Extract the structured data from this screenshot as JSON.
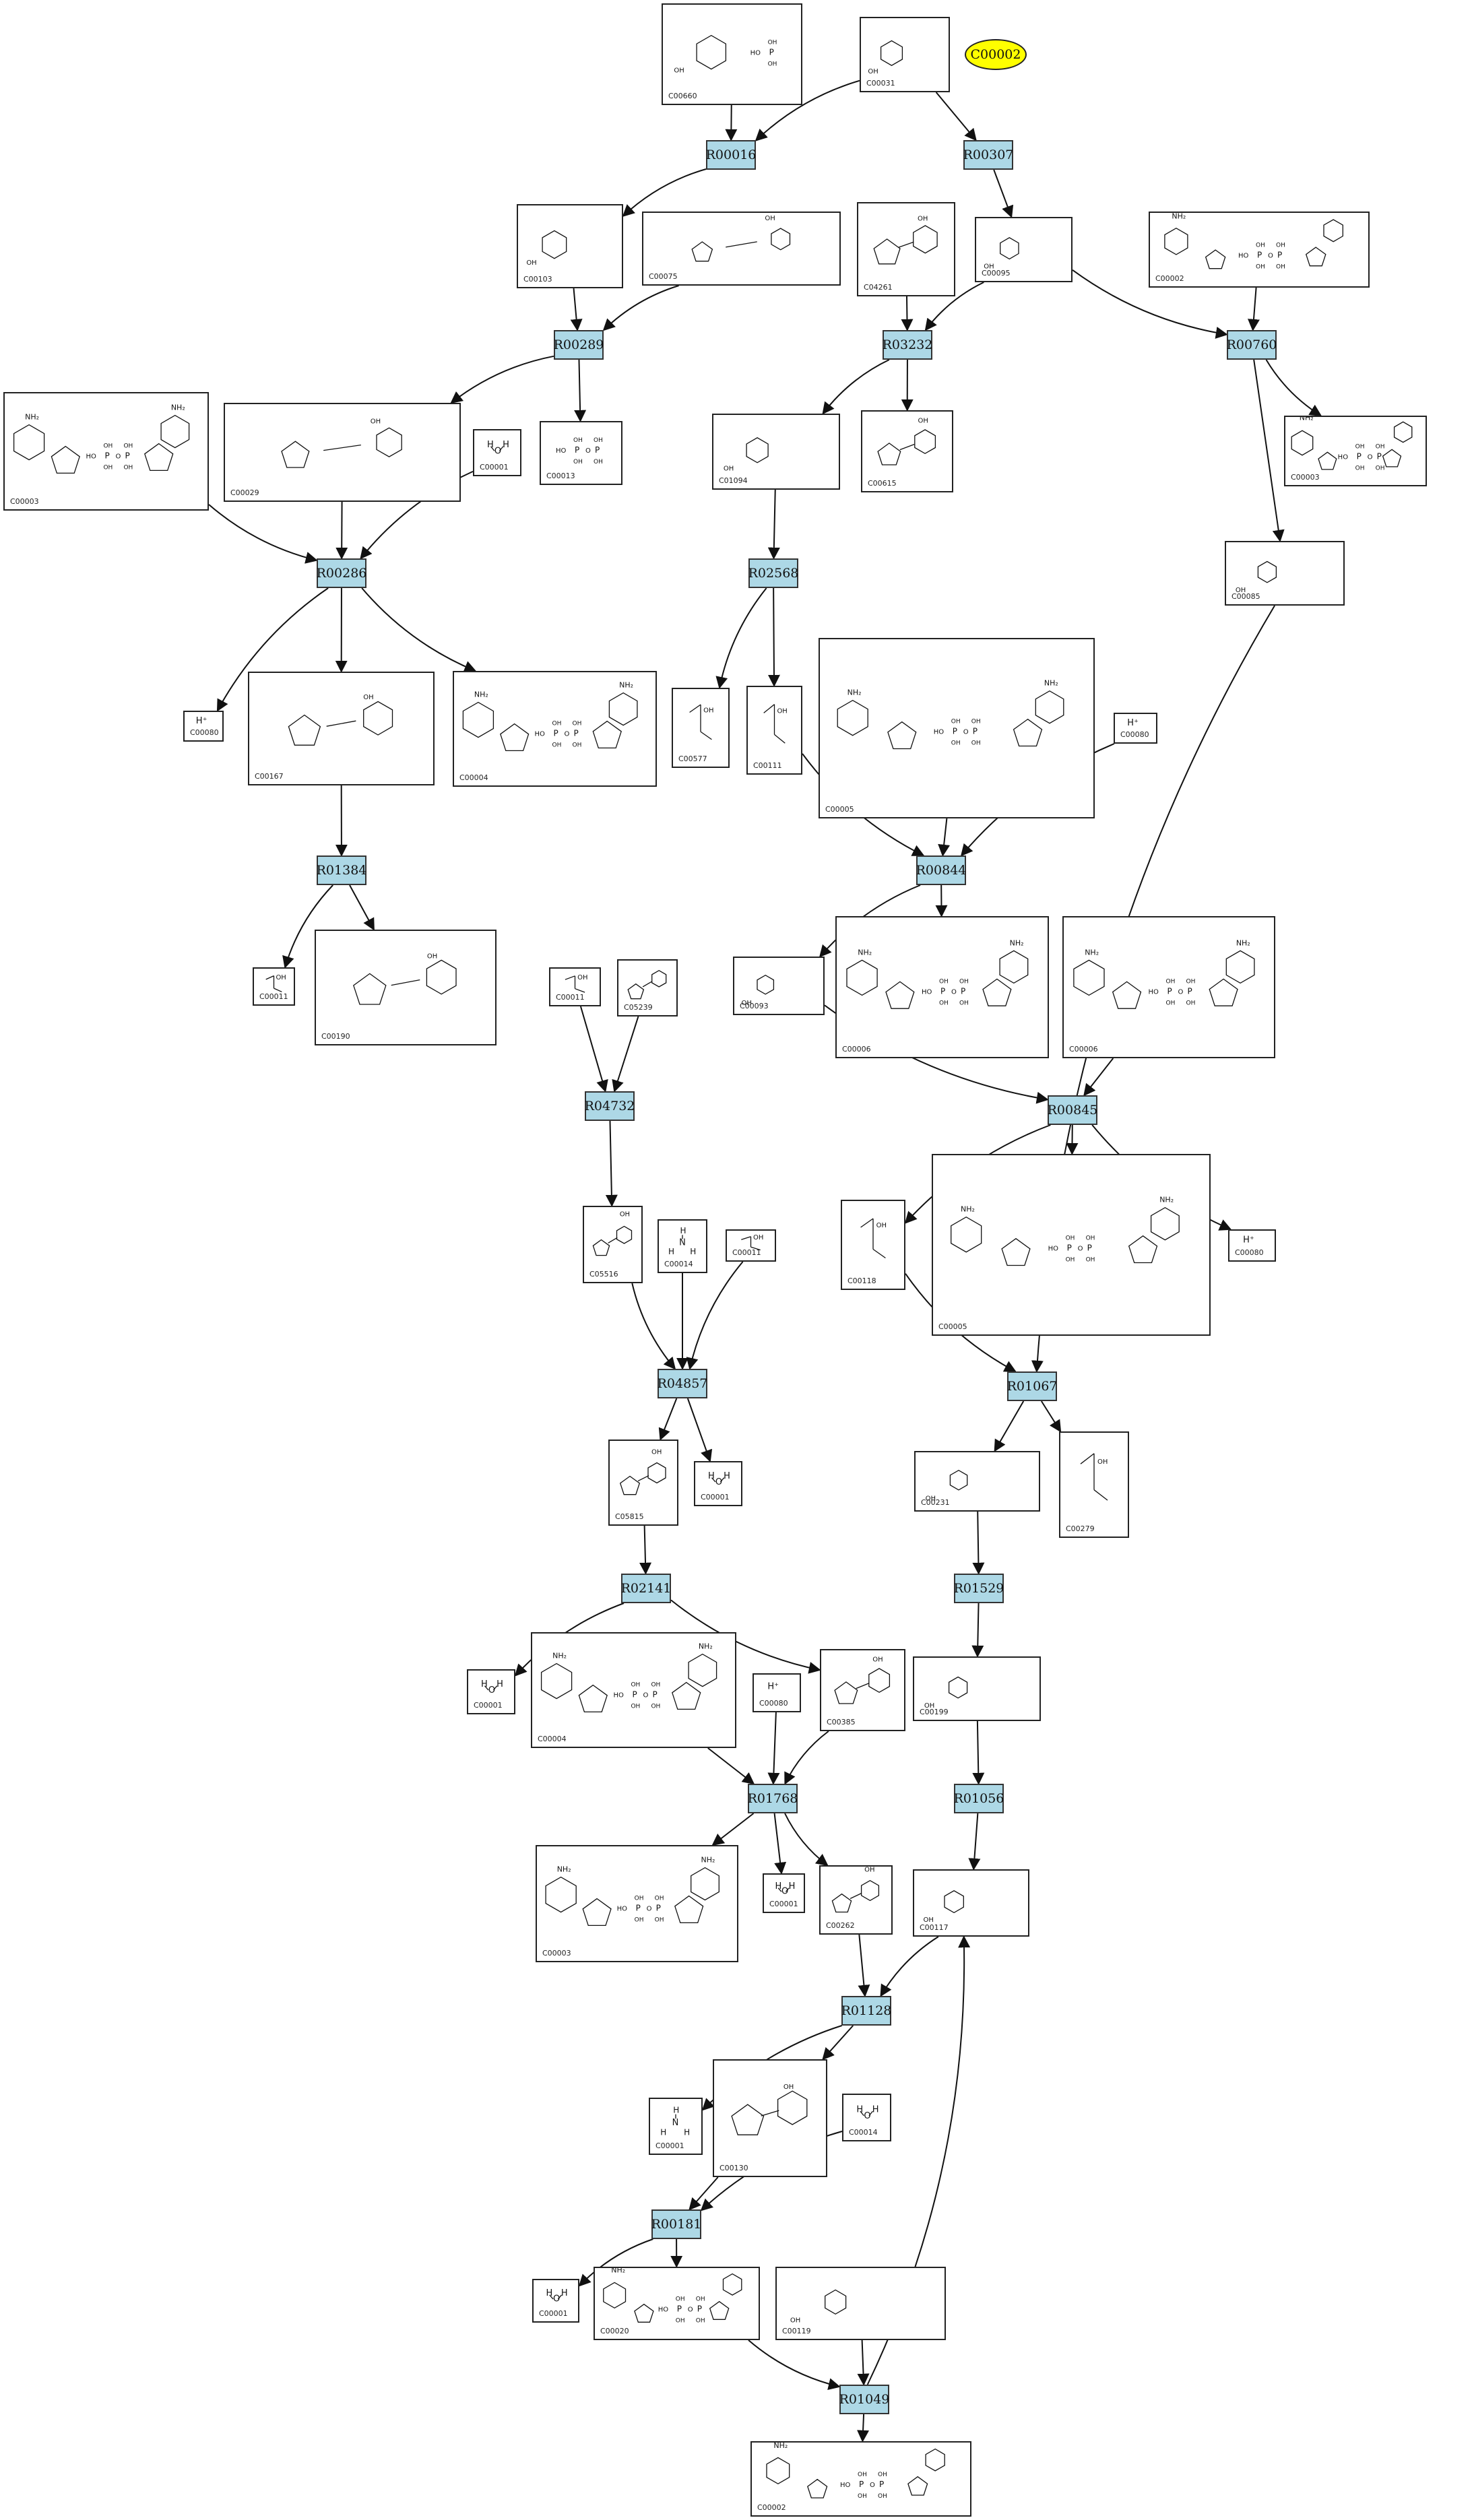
{
  "highlight_node": {
    "label": "C00002",
    "color": "#ffff00"
  },
  "reaction_color": "#add8e6",
  "reactions": [
    "R00016",
    "R00307",
    "R00289",
    "R03232",
    "R00760",
    "R00286",
    "R02568",
    "R01384",
    "R00844",
    "R04732",
    "R00845",
    "R04857",
    "R01067",
    "R02141",
    "R01529",
    "R01768",
    "R01056",
    "R01128",
    "R00181",
    "R01049"
  ],
  "compounds": [
    "C00660",
    "C00031",
    "C00103",
    "C00075",
    "C04261",
    "C00095",
    "C00002",
    "C00003",
    "C00029",
    "C00001",
    "C00013",
    "C01094",
    "C00615",
    "C00003",
    "C00085",
    "C00080",
    "C00167",
    "C00004",
    "C00577",
    "C00111",
    "C00005",
    "C00080",
    "C00011",
    "C00190",
    "C00011",
    "C05239",
    "C00093",
    "C00006",
    "C00006",
    "C05516",
    "C00014",
    "C00011",
    "C00118",
    "C00005",
    "C00080",
    "C05815",
    "C00001",
    "C00231",
    "C00279",
    "C00001",
    "C00004",
    "C00080",
    "C00385",
    "C00199",
    "C00003",
    "C00001",
    "C00262",
    "C00117",
    "C00130",
    "C00001",
    "C00014",
    "C00001",
    "C00020",
    "C00119",
    "C00002"
  ],
  "formula_fragments": {
    "water": [
      "H",
      "O",
      "H"
    ],
    "ammonia": [
      "H",
      "N",
      "H",
      "H"
    ],
    "proton": "H⁺",
    "amine": "NH₂",
    "hydroxyl": "OH",
    "phosphate": [
      "HO",
      "P",
      "O",
      "OH"
    ]
  }
}
